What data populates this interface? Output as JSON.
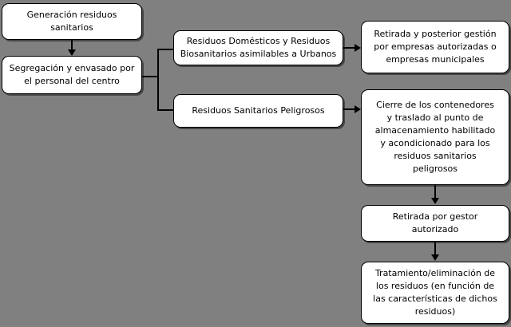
{
  "diagram": {
    "background_color": "#808080",
    "node_fill": "#ffffff",
    "node_border": "#000000",
    "nodes": {
      "generacion": "Generación residuos\nsanitarios",
      "segregacion": "Segregación y envasado por\nel personal del centro",
      "domesticos": "Residuos Domésticos y Residuos\nBiosanitarios asimilables a Urbanos",
      "peligrosos": "Residuos Sanitarios Peligrosos",
      "retirada_gestion": "Retirada y posterior gestión\npor empresas autorizadas o\nempresas municipales",
      "cierre": "Cierre de los contenedores\ny traslado al punto de\nalmacenamiento habilitado\ny acondicionado para los\nresiduos  sanitarios\npeligrosos",
      "retirada_gestor": "Retirada por gestor\nautorizado",
      "tratamiento": "Tratamiento/eliminación de\nlos residuos  (en función de\nlas características de dichos\nresiduos)"
    },
    "connectors": [
      "generacion-to-segregacion",
      "segregacion-to-fork",
      "fork-to-domesticos",
      "fork-to-peligrosos",
      "domesticos-to-retirada-gestion",
      "peligrosos-to-cierre",
      "cierre-to-retirada-gestor",
      "retirada-gestor-to-tratamiento"
    ]
  }
}
